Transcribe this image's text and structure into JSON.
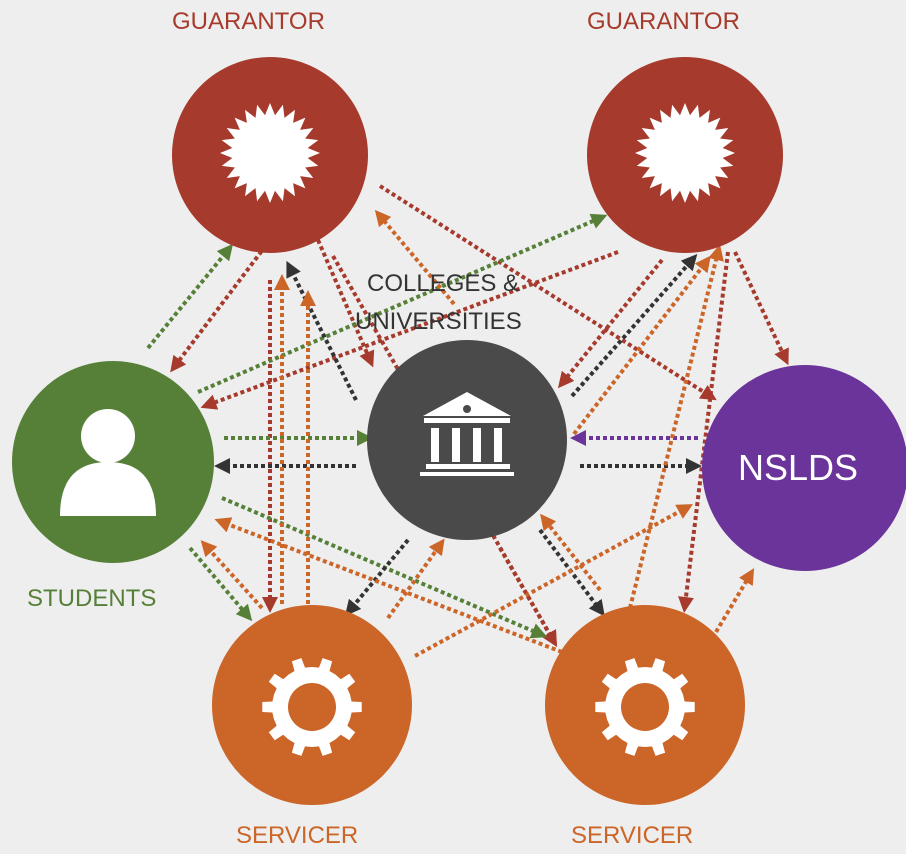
{
  "colors": {
    "background": "#eeeeee",
    "guarantor": "#a63a2c",
    "student": "#568038",
    "college": "#4a4a4a",
    "nslds": "#6a349a",
    "servicer": "#cc6528",
    "flow_dark": "#333333",
    "icon_fill": "#ffffff"
  },
  "labels": {
    "guarantor_left": "GUARANTOR",
    "guarantor_right": "GUARANTOR",
    "college_line1": "COLLEGES &",
    "college_line2": "UNIVERSITIES",
    "students": "STUDENTS",
    "nslds": "NSLDS",
    "servicer_left": "SERVICER",
    "servicer_right": "SERVICER"
  },
  "icons": {
    "guarantor": "starburst-icon",
    "student": "person-icon",
    "college": "bank-building-icon",
    "servicer": "gear-icon"
  }
}
